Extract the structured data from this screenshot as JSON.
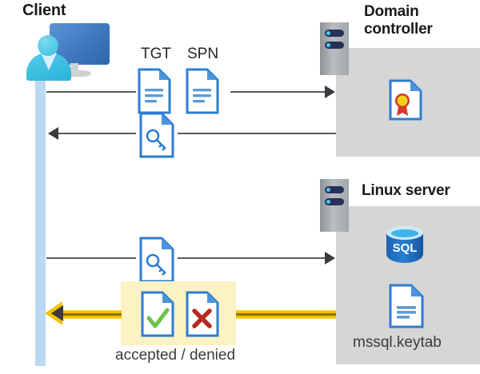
{
  "diagram": {
    "title": "Kerberos authentication flow between client, domain controller and Linux SQL server",
    "type": "sequence-diagram"
  },
  "actors": {
    "client": {
      "label": "Client",
      "icon": "user-workstation-icon"
    },
    "domain_controller": {
      "label": "Domain controller",
      "icon": "server-tower-icon"
    },
    "linux_server": {
      "label": "Linux server",
      "icon": "server-tower-icon"
    }
  },
  "messages": [
    {
      "id": "req1",
      "direction": "right",
      "labels": [
        "TGT",
        "SPN"
      ],
      "icons": [
        "document-icon",
        "document-icon"
      ]
    },
    {
      "id": "resp1",
      "direction": "left",
      "labels": [],
      "icons": [
        "key-document-icon"
      ]
    },
    {
      "id": "req2",
      "direction": "right",
      "labels": [],
      "icons": [
        "key-document-icon"
      ]
    },
    {
      "id": "resp2",
      "direction": "left",
      "labels": [
        "accepted / denied"
      ],
      "icons": [
        "accepted-document-icon",
        "denied-document-icon"
      ],
      "highlight": true
    }
  ],
  "labels": {
    "tgt": "TGT",
    "spn": "SPN",
    "accepted_denied": "accepted / denied",
    "keytab": "mssql.keytab",
    "sql": "SQL"
  },
  "assets": {
    "dc_contents": [
      {
        "name": "certificate-document-icon",
        "caption": ""
      }
    ],
    "linux_contents": [
      {
        "name": "sql-database-icon",
        "caption": "SQL"
      },
      {
        "name": "keytab-document-icon",
        "caption": "mssql.keytab"
      }
    ]
  },
  "colors": {
    "panel_grey": "#d6d6d6",
    "highlight_yellow": "#fdf2c4",
    "arrow_yellow": "#f5c400",
    "arrow_grey": "#5a5a5a",
    "doc_blue": "#2d7dd2",
    "client_bar_blue": "#bcd9f2",
    "accept_green": "#6cc24a",
    "deny_red": "#c0392b",
    "text_dark": "#1a1a1a"
  }
}
